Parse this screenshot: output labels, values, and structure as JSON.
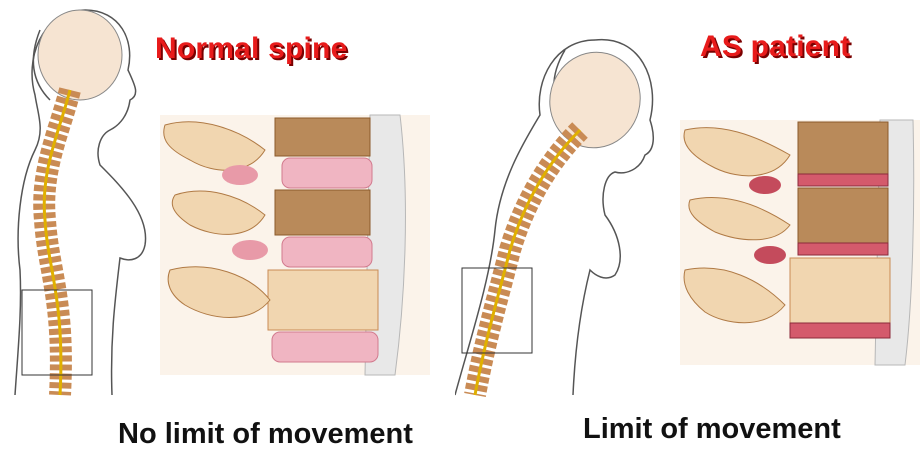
{
  "left": {
    "title": "Normal spine",
    "caption": "No limit of movement"
  },
  "right": {
    "title": "AS patient",
    "caption": "Limit of movement"
  },
  "colors": {
    "title_red": "#e81b1b",
    "title_shadow": "#7a0000",
    "caption": "#111111",
    "bone": "#c98b55",
    "bone_light": "#f1d6b0",
    "disc": "#f0b5c2",
    "cord": "#e0b000"
  }
}
